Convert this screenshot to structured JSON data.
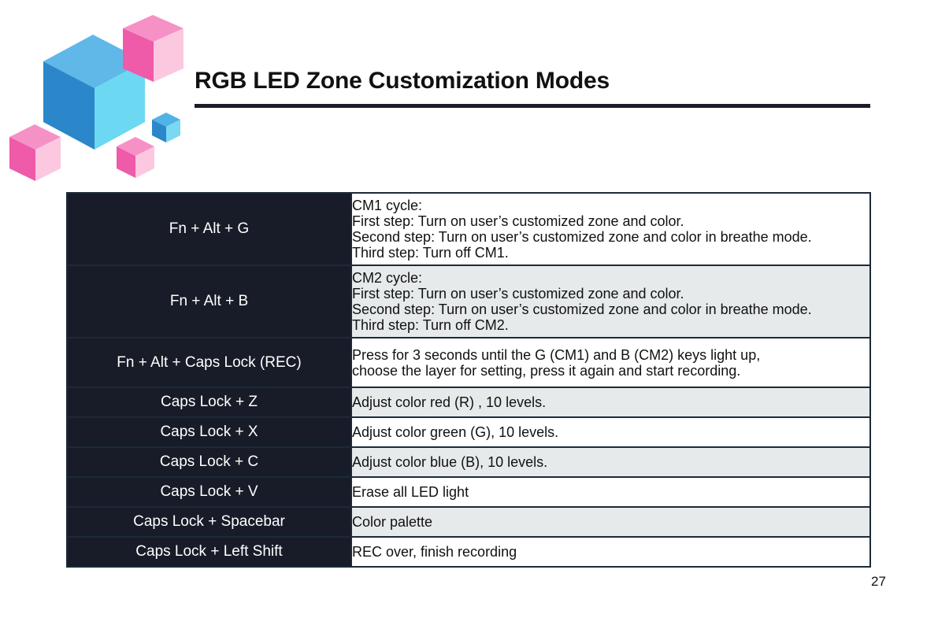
{
  "page": {
    "title": "RGB LED Zone Customization Modes",
    "page_number": "27"
  },
  "colors": {
    "key_column_bg": "#181c28",
    "alt_row_bg": "#e6eaea",
    "cube_pink": "#f069b4",
    "cube_blue": "#3aa8e0"
  },
  "rows": [
    {
      "key": "Fn + Alt + G",
      "lines": [
        "CM1 cycle:",
        "First step: Turn on user’s customized zone and color.",
        "Second step: Turn on user’s customized zone and color in breathe mode.",
        "Third step: Turn off CM1."
      ]
    },
    {
      "key": "Fn + Alt + B",
      "lines": [
        "CM2 cycle:",
        "First step: Turn on user’s customized zone and color.",
        "Second step: Turn on user’s customized zone and color in breathe mode.",
        "Third step: Turn off CM2."
      ]
    },
    {
      "key": "Fn + Alt + Caps Lock (REC)",
      "lines": [
        "Press for 3 seconds until the G (CM1) and B (CM2) keys light up,",
        "choose the layer for setting, press it again and start recording."
      ]
    },
    {
      "key": "Caps Lock + Z",
      "lines": [
        "Adjust color red (R) , 10 levels."
      ]
    },
    {
      "key": "Caps Lock + X",
      "lines": [
        "Adjust color green (G), 10 levels."
      ]
    },
    {
      "key": "Caps Lock + C",
      "lines": [
        "Adjust color blue (B), 10 levels."
      ]
    },
    {
      "key": "Caps Lock + V",
      "lines": [
        "Erase all LED light"
      ]
    },
    {
      "key": "Caps Lock + Spacebar",
      "lines": [
        "Color palette"
      ]
    },
    {
      "key": "Caps Lock + Left Shift",
      "lines": [
        "REC over, finish recording"
      ]
    }
  ]
}
